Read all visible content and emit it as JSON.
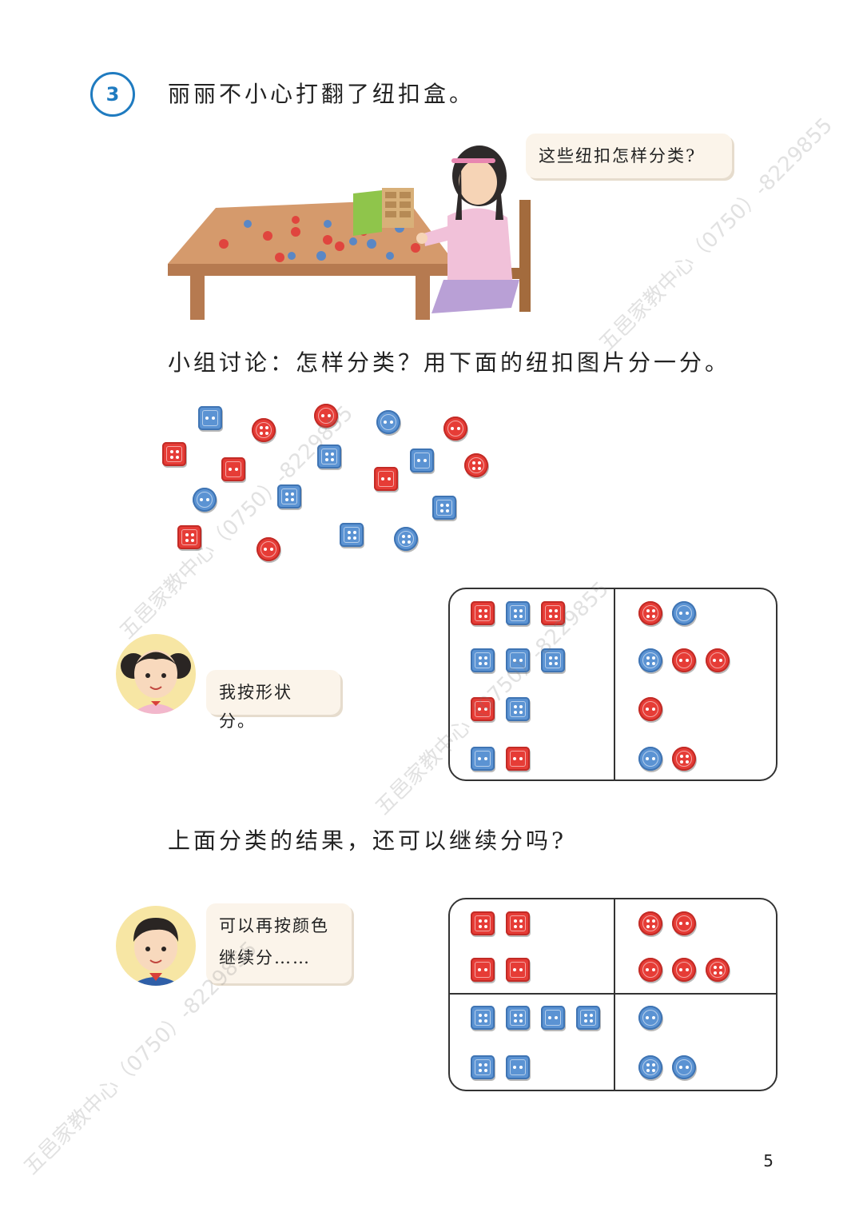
{
  "problem": {
    "number": "3",
    "statement": "丽丽不小心打翻了纽扣盒。",
    "girl_bubble": "这些纽扣怎样分类?"
  },
  "discussion": {
    "prompt": "小组讨论：怎样分类？用下面的纽扣图片分一分。"
  },
  "first_sort": {
    "speech": "我按形状分。",
    "left_rows": [
      [
        "red-sq-4",
        "blue-sq-4",
        "red-sq-4"
      ],
      [
        "blue-sq-4",
        "blue-sq-2",
        "blue-sq-4"
      ],
      [
        "red-sq-2",
        "blue-sq-4"
      ],
      [
        "blue-sq-2",
        "red-sq-2"
      ]
    ],
    "right_rows": [
      [
        "red-ci-4",
        "blue-ci-2"
      ],
      [
        "blue-ci-4",
        "red-ci-2",
        "red-ci-2"
      ],
      [
        "red-ci-2"
      ],
      [
        "blue-ci-2",
        "red-ci-4"
      ]
    ]
  },
  "question": {
    "text": "上面分类的结果，还可以继续分吗?"
  },
  "second_sort": {
    "speech_line1": "可以再按颜色",
    "speech_line2": "继续分……",
    "top_left": [
      [
        "red-sq-4",
        "red-sq-4"
      ],
      [
        "red-sq-2",
        "red-sq-2"
      ]
    ],
    "top_right": [
      [
        "red-ci-4",
        "red-ci-2"
      ],
      [
        "red-ci-2",
        "red-ci-2",
        "red-ci-4"
      ]
    ],
    "bottom_left": [
      [
        "blue-sq-4",
        "blue-sq-4",
        "blue-sq-2",
        "blue-sq-4"
      ],
      [
        "blue-sq-4",
        "blue-sq-2"
      ]
    ],
    "bottom_right": [
      [
        "blue-ci-2"
      ],
      [
        "blue-ci-4",
        "blue-ci-2"
      ]
    ]
  },
  "scattered_buttons": [
    "blue-sq-2",
    "red-ci-4",
    "red-ci-2",
    "blue-ci-2",
    "red-ci-2",
    "red-sq-4",
    "red-sq-2",
    "blue-sq-4",
    "blue-sq-2",
    "red-sq-2",
    "red-ci-4",
    "blue-ci-2",
    "blue-sq-4",
    "blue-sq-4",
    "red-sq-4",
    "red-ci-2",
    "blue-sq-4",
    "blue-ci-4"
  ],
  "watermark": "五邑家教中心（0750）-8229855",
  "page_number": "5",
  "colors": {
    "red": "#e63c36",
    "blue": "#5b93d3",
    "accent": "#1f7bc0",
    "bubble": "#fbf4ea"
  }
}
